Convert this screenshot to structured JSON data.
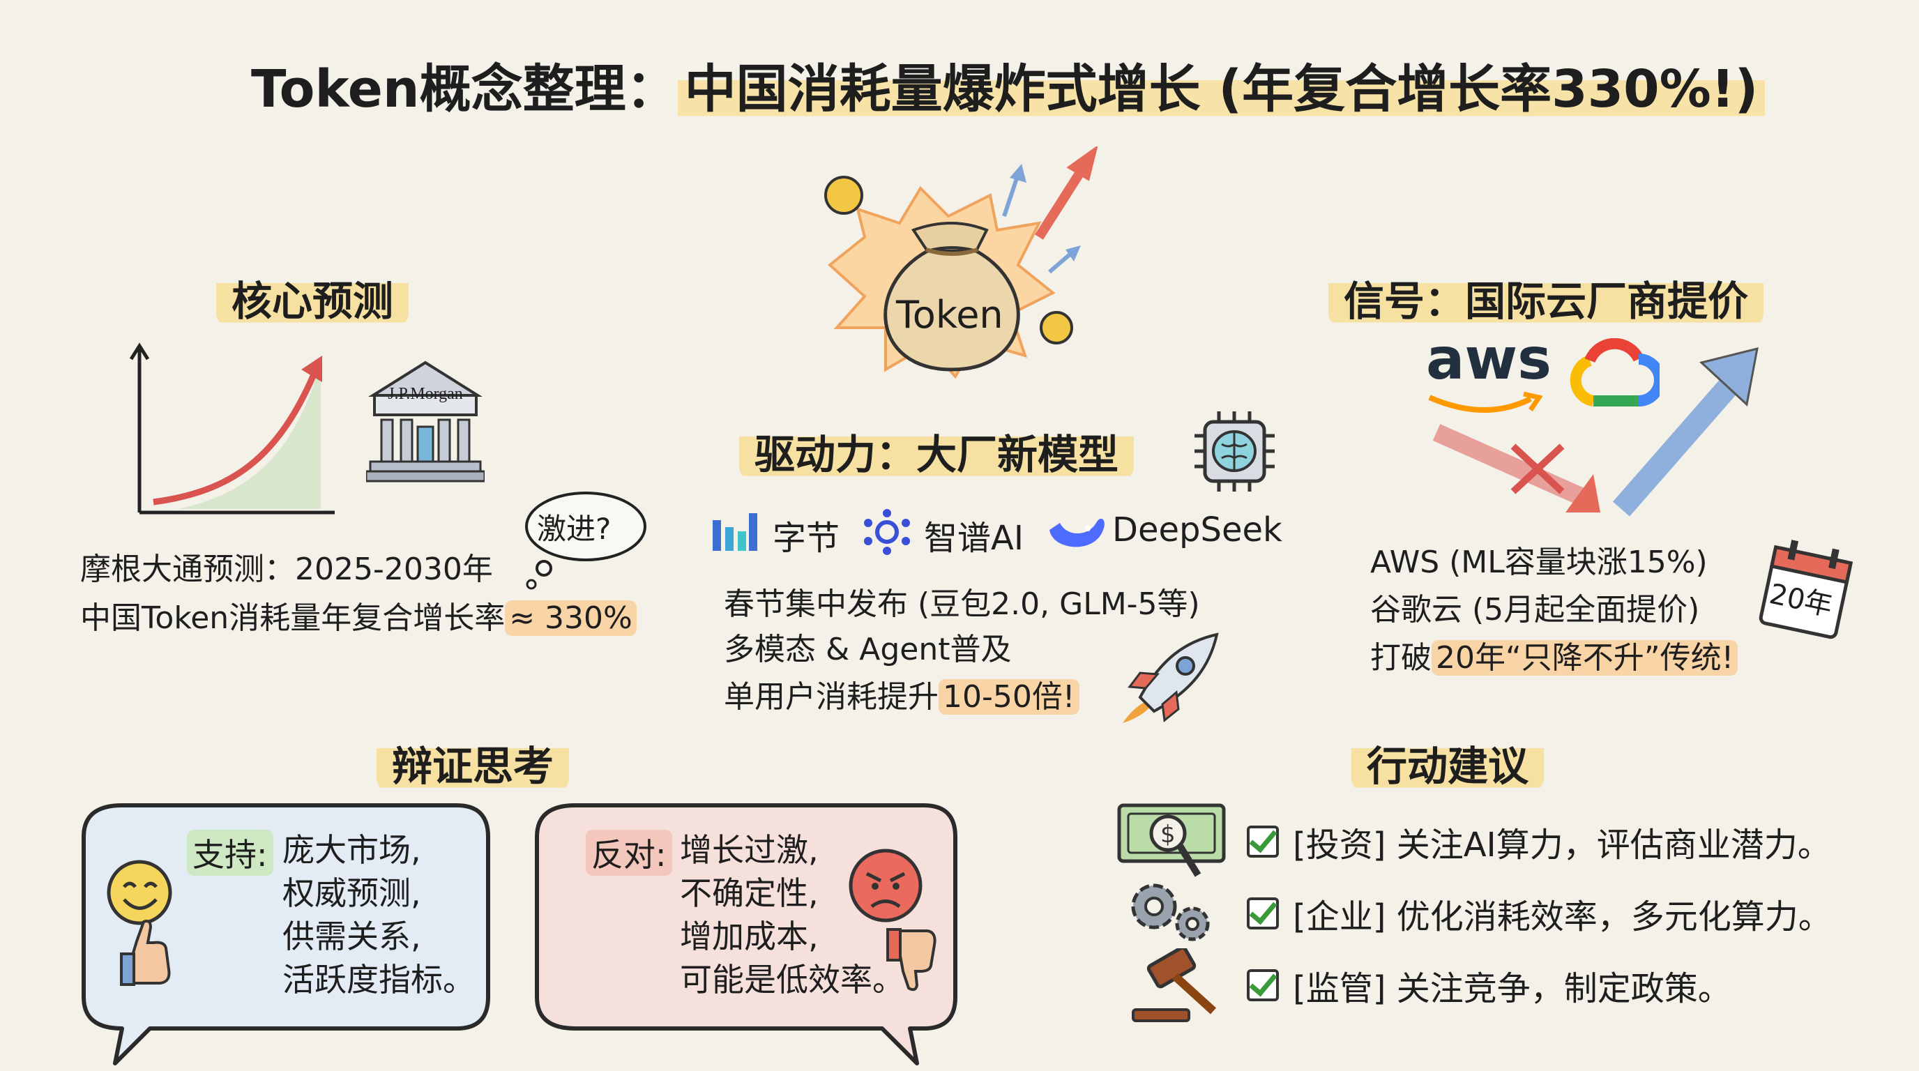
{
  "title": {
    "lead": "Token概念整理：",
    "highlight": "中国消耗量爆炸式增长 (年复合增长率330%!)"
  },
  "core": {
    "heading": "核心预测",
    "bank_label": "J.P.Morgan",
    "thought": "激进?",
    "line1": "摩根大通预测：2025-2030年",
    "line2_prefix": "中国Token消耗量年复合增长率",
    "line2_highlight": "≈ 330%"
  },
  "center": {
    "bag_label": "Token",
    "heading": "驱动力：大厂新模型",
    "brands": [
      "字节",
      "智谱AI",
      "DeepSeek"
    ],
    "line1": "春节集中发布 (豆包2.0, GLM-5等)",
    "line2": "多模态 & Agent普及",
    "line3_prefix": "单用户消耗提升",
    "line3_highlight": "10-50倍!"
  },
  "signal": {
    "heading": "信号：国际云厂商提价",
    "aws_logo": "aws",
    "calendar": "20年",
    "line1": "AWS (ML容量块涨15%)",
    "line2": "谷歌云 (5月起全面提价)",
    "line3_prefix": "打破",
    "line3_highlight": "20年“只降不升”传统!"
  },
  "debate": {
    "heading": "辩证思考",
    "support_label": "支持:",
    "support_items": [
      "庞大市场,",
      "权威预测,",
      "供需关系,",
      "活跃度指标。"
    ],
    "oppose_label": "反对:",
    "oppose_items": [
      "增长过激,",
      "不确定性,",
      "增加成本,",
      "可能是低效率。"
    ]
  },
  "actions": {
    "heading": "行动建议",
    "items": [
      "[投资] 关注AI算力，评估商业潜力。",
      "[企业] 优化消耗效率，多元化算力。",
      "[监管] 关注竞争，制定政策。"
    ]
  },
  "colors": {
    "highlight_yellow": "#f6e1a3",
    "highlight_orange": "#f8d4a6",
    "arrow_red": "#e66a5a",
    "arrow_blue": "#7ea3d6",
    "support_bg": "#e3ecf5",
    "oppose_bg": "#f6e0dc"
  }
}
